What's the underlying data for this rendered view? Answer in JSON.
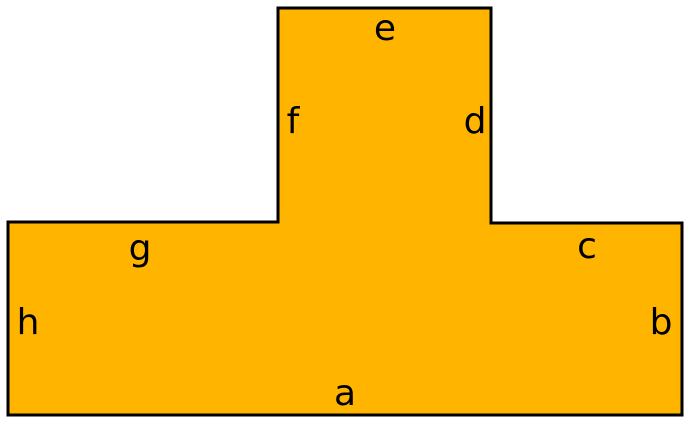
{
  "shape": {
    "fill_color": "#FFB500",
    "stroke_color": "#000000"
  },
  "labels": {
    "a": "a",
    "b": "b",
    "c": "c",
    "d": "d",
    "e": "e",
    "f": "f",
    "g": "g",
    "h": "h"
  }
}
